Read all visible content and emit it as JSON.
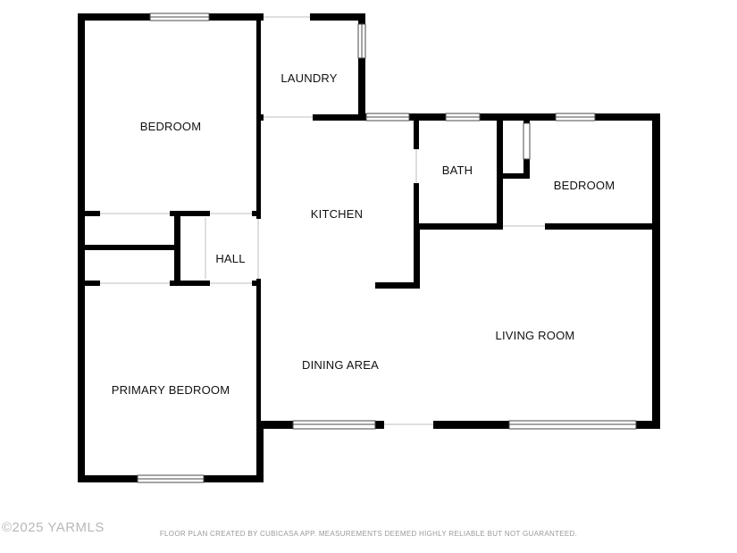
{
  "floor_plan": {
    "rooms": {
      "bedroom_left": "BEDROOM",
      "laundry": "LAUNDRY",
      "kitchen": "KITCHEN",
      "bath": "BATH",
      "bedroom_right": "BEDROOM",
      "hall": "HALL",
      "living_room": "LIVING ROOM",
      "dining_area": "DINING AREA",
      "primary_bedroom": "PRIMARY BEDROOM"
    }
  },
  "footer": {
    "copyright": "©2025 YARMLS",
    "disclaimer": "FLOOR PLAN CREATED BY CUBICASA APP. MEASUREMENTS DEEMED HIGHLY RELIABLE BUT NOT GUARANTEED."
  },
  "colors": {
    "wall": "#000000",
    "background": "#ffffff",
    "watermark": "#b8b8b8"
  }
}
